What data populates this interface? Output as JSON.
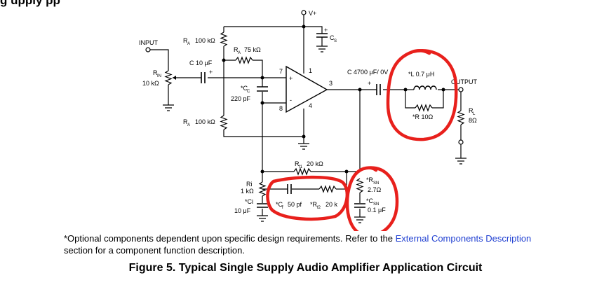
{
  "header": {
    "title_fragment": "g      upply  pp"
  },
  "labels": {
    "vplus": "V+",
    "cs": "C",
    "cs_sub": "S",
    "input": "INPUT",
    "ra_top": "R",
    "ra_top_sub": "A",
    "ra_top_val": "100 kΩ",
    "ra_mid": "R",
    "ra_mid_sub": "A",
    "ra_mid_val": "75 kΩ",
    "c_in": "C  10 μF",
    "rin": "R",
    "rin_sub": "IN",
    "rin_val": "10 kΩ",
    "cc": "*C",
    "cc_sub": "C",
    "cc_val": "220 pF",
    "ra_bot": "R",
    "ra_bot_sub": "A",
    "ra_bot_val": "100 kΩ",
    "pin7": "7",
    "pin1": "1",
    "pin3": "3",
    "pin8": "8",
    "pin4": "4",
    "plus": "+",
    "minus": "-",
    "c_out": "C  4700 μF/  0V",
    "c_out_plus": "+",
    "inductor": "*L  0.7 μH",
    "r_par": "*R  10Ω",
    "output": "OUTPUT",
    "rl": "R",
    "rl_sub": "L",
    "rl_val": "8Ω",
    "rf1": "R",
    "rf1_sub": "f1",
    "rf1_val": "20 kΩ",
    "ri": "Ri",
    "ri_val": "1 kΩ",
    "ci": "*Ci",
    "ci_val": "10 μF",
    "cf": "*C",
    "cf_sub": "f",
    "cf_val": "50 pf",
    "rf2": "*R",
    "rf2_sub": "f2",
    "rf2_val": "20 k",
    "rsn": "*R",
    "rsn_sub": "SN",
    "rsn_val": "2.7Ω",
    "csn": "*C",
    "csn_sub": "SN",
    "csn_val": "0.1 μF"
  },
  "note": {
    "text_a": "*Optional components dependent upon specific design requirements. R",
    "text_b": "efer to the ",
    "link": "External Components Description",
    "text_c": "section for a component function description."
  },
  "caption": "Figure 5.  Typical Single Supply Audio Amplifier Application Circuit",
  "colors": {
    "annotation": "#e8201c",
    "link": "#1f3fd1"
  }
}
